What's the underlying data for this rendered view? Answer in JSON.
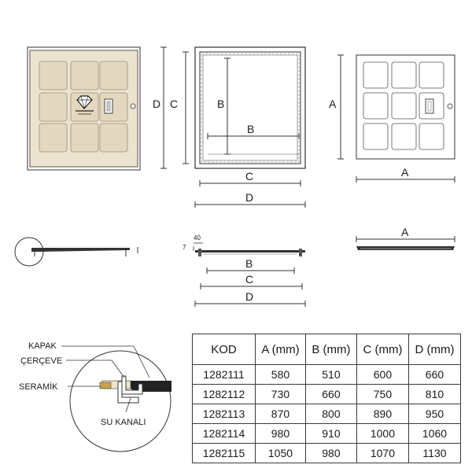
{
  "dimension_labels": {
    "A": "A",
    "B": "B",
    "C": "C",
    "D": "D"
  },
  "profile_labels": {
    "dim_40": "40",
    "dim_7": "7"
  },
  "callouts": {
    "kapak": "KAPAK",
    "cerceve": "ÇERÇEVE",
    "seramik": "SERAMİK",
    "su_kanali": "SU KANALI"
  },
  "logo": {
    "brand_text": "",
    "icon": "diamond-icon"
  },
  "colors": {
    "cover_fill": "#ece3cf",
    "frame_fill": "#f7f7f7",
    "line": "#333333"
  },
  "table": {
    "headers": [
      "KOD",
      "A (mm)",
      "B (mm)",
      "C (mm)",
      "D (mm)"
    ],
    "rows": [
      [
        "1282111",
        "580",
        "510",
        "600",
        "660"
      ],
      [
        "1282112",
        "730",
        "660",
        "750",
        "810"
      ],
      [
        "1282113",
        "870",
        "800",
        "890",
        "950"
      ],
      [
        "1282114",
        "980",
        "910",
        "1000",
        "1060"
      ],
      [
        "1282115",
        "1050",
        "980",
        "1070",
        "1130"
      ]
    ]
  }
}
